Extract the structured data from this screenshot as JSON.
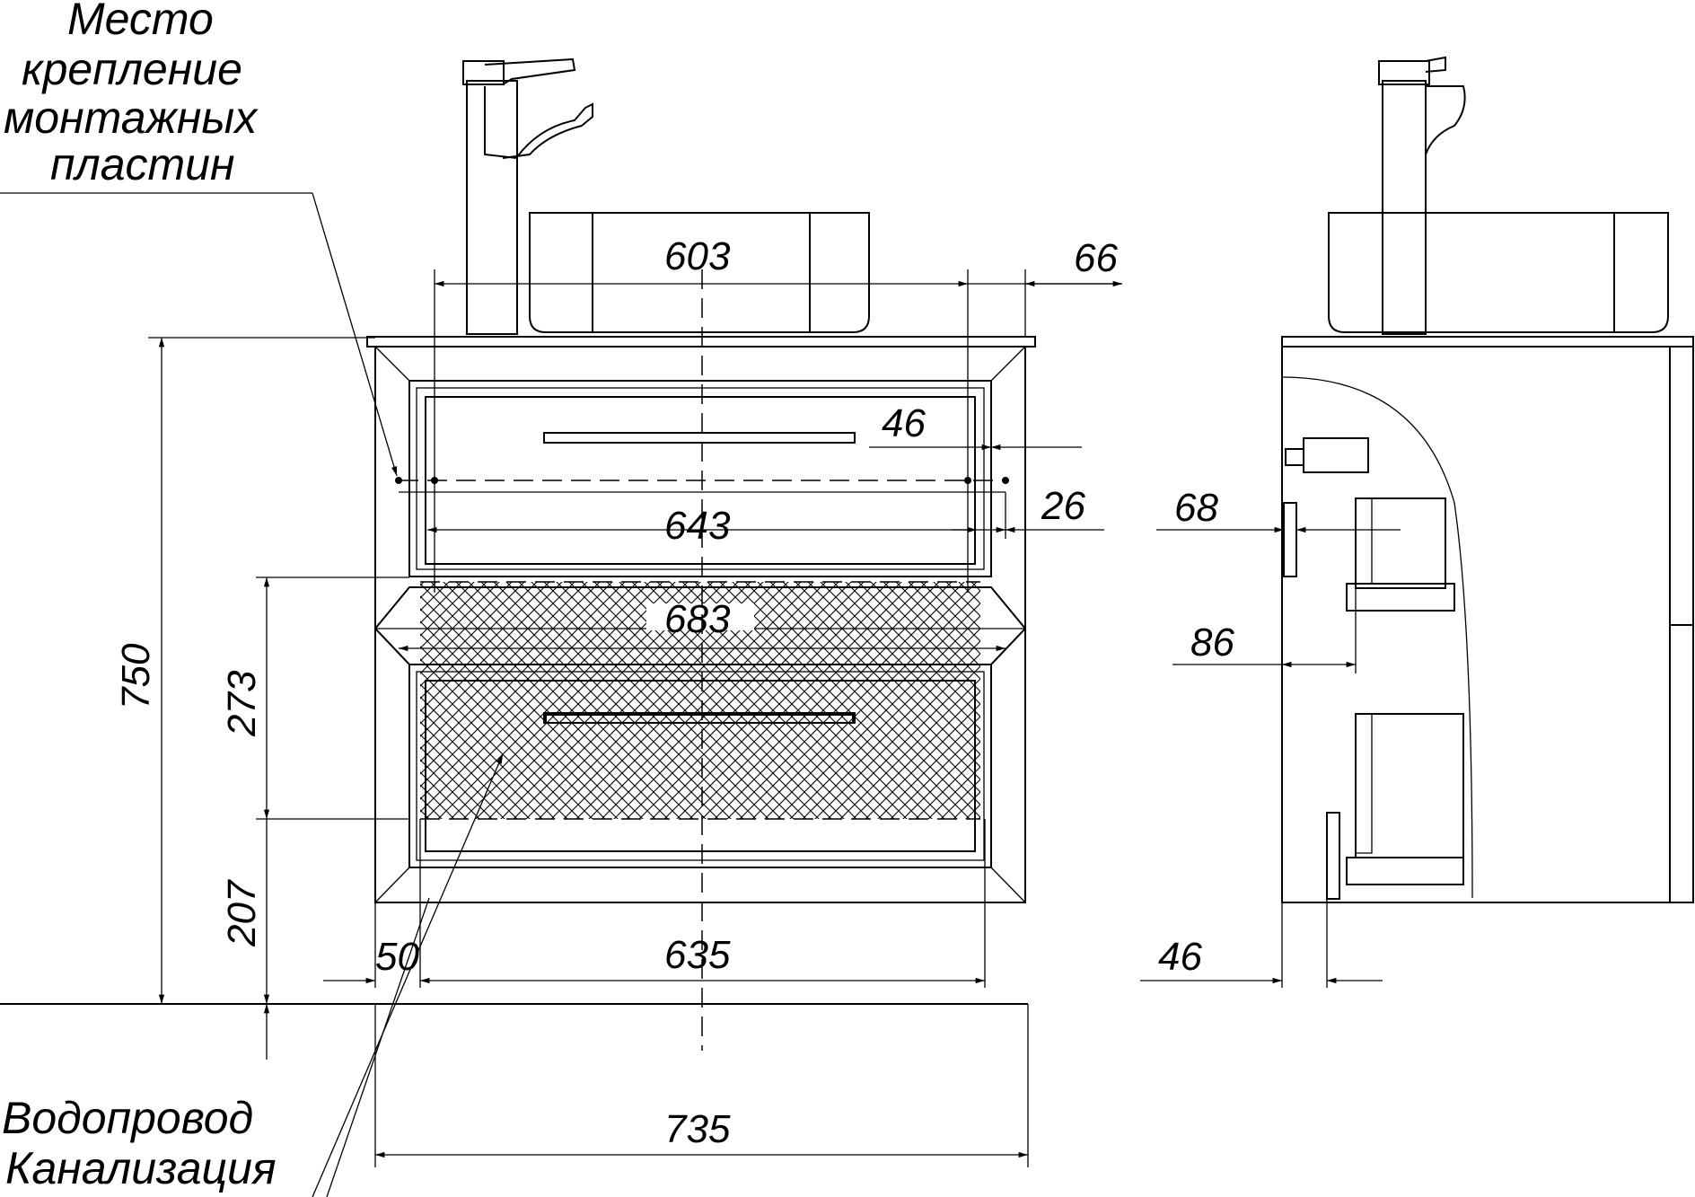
{
  "notes": {
    "mounting_plates": [
      "Место",
      "крепление",
      "монтажных",
      "пластин"
    ],
    "pipes": [
      "Водопровод",
      "Канализация"
    ]
  },
  "front_dimensions": {
    "d603": "603",
    "d66": "66",
    "d46": "46",
    "d26": "26",
    "d643": "643",
    "d683": "683",
    "d750": "750",
    "d273": "273",
    "d207": "207",
    "d50": "50",
    "d635": "635",
    "d735": "735"
  },
  "side_dimensions": {
    "d68": "68",
    "d86": "86",
    "d46": "46"
  },
  "colors": {
    "line": "#000000",
    "background": "#ffffff"
  }
}
